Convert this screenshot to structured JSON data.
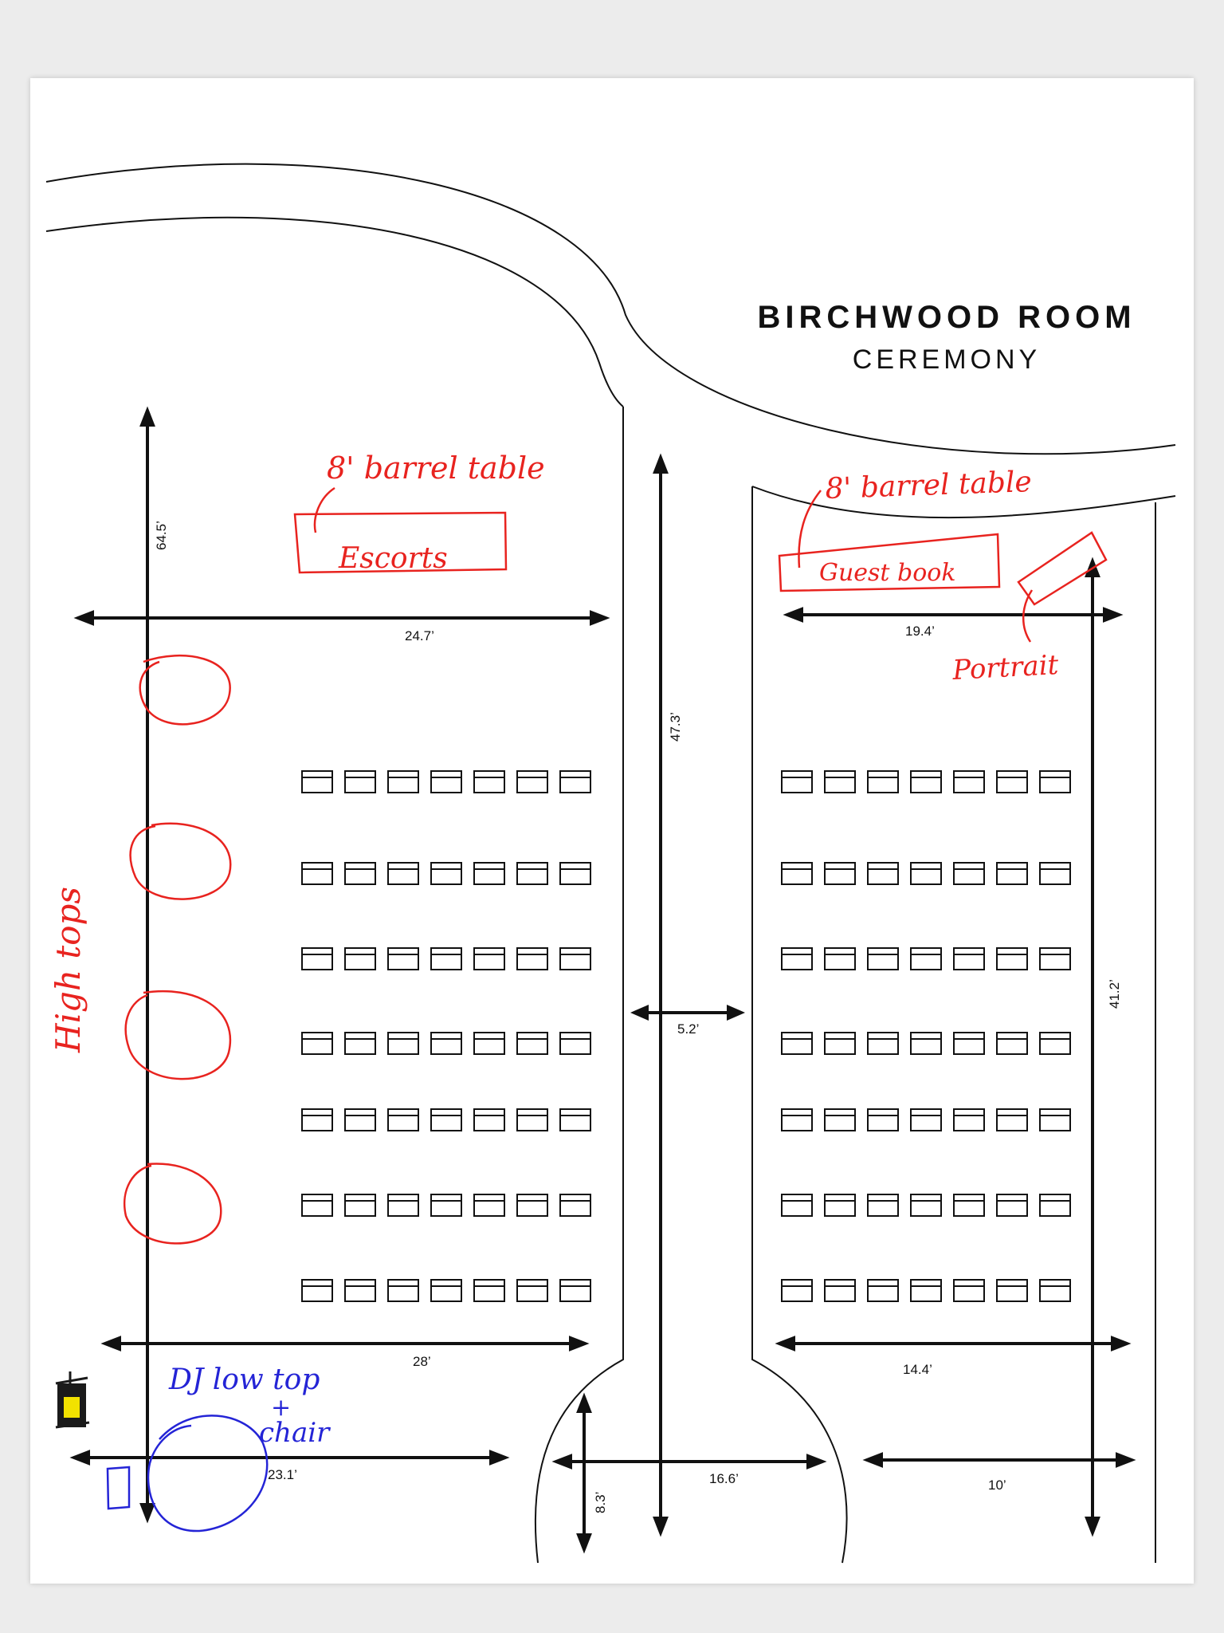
{
  "title": {
    "main": "BIRCHWOOD ROOM",
    "sub": "CEREMONY"
  },
  "dimensions": {
    "left_vertical": "64.5’",
    "left_top_width": "24.7’",
    "center_aisle_height": "47.3’",
    "aisle_width": "5.2’",
    "right_top_width": "19.4’",
    "right_vertical": "41.2’",
    "left_bottom_width": "28’",
    "right_bottom_width": "14.4’",
    "dj_width": "23.1’",
    "stage_height": "8.3’",
    "stage_width": "16.6’",
    "right_end_width": "10’"
  },
  "annotations": {
    "left_table_label": "8' barrel table",
    "escorts": "Escorts",
    "right_table_label": "8' barrel table",
    "guest_book": "Guest book",
    "portrait": "Portrait",
    "high_tops": "High tops",
    "dj_low_top": "DJ low top",
    "plus": "+",
    "chair": "chair"
  },
  "seating": {
    "rows_per_side": 7,
    "chairs_per_row": 7
  },
  "colors": {
    "annotation_red": "#e8231f",
    "annotation_blue": "#2424d6",
    "line": "#111111"
  }
}
